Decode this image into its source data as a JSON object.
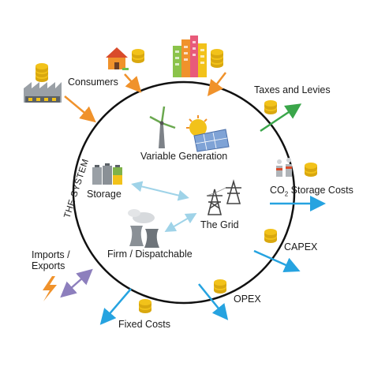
{
  "system_label": "THE SYSTEM",
  "inside": {
    "variable_generation": "Variable Generation",
    "storage": "Storage",
    "the_grid": "The Grid",
    "firm_dispatchable": "Firm / Dispatchable"
  },
  "outside": {
    "consumers": "Consumers",
    "taxes_and_levies": "Taxes and Levies",
    "co2_prefix": "CO",
    "co2_sub": "2",
    "co2_suffix": " Storage Costs",
    "capex": "CAPEX",
    "opex": "OPEX",
    "fixed_costs": "Fixed Costs",
    "imports_exports_line1": "Imports /",
    "imports_exports_line2": "Exports"
  },
  "colors": {
    "inflow_arrow": "#f0922b",
    "tax_arrow": "#3aa64a",
    "cost_arrow": "#26a3e0",
    "import_export_arrow": "#8d7fbd",
    "internal_arrow": "#9fd3e8",
    "coin": "#f2c21a",
    "circle": "#111111"
  },
  "icons": {
    "factory": "factory-icon",
    "house": "house-icon",
    "buildings": "city-buildings-icon",
    "wind_turbine": "wind-turbine-icon",
    "solar": "solar-panel-icon",
    "battery": "battery-icon",
    "pylon": "transmission-tower-icon",
    "power_plant": "cooling-tower-icon",
    "chimney": "chimney-icon",
    "lightning": "lightning-bolt-icon",
    "coins": "coin-stack-icon"
  }
}
